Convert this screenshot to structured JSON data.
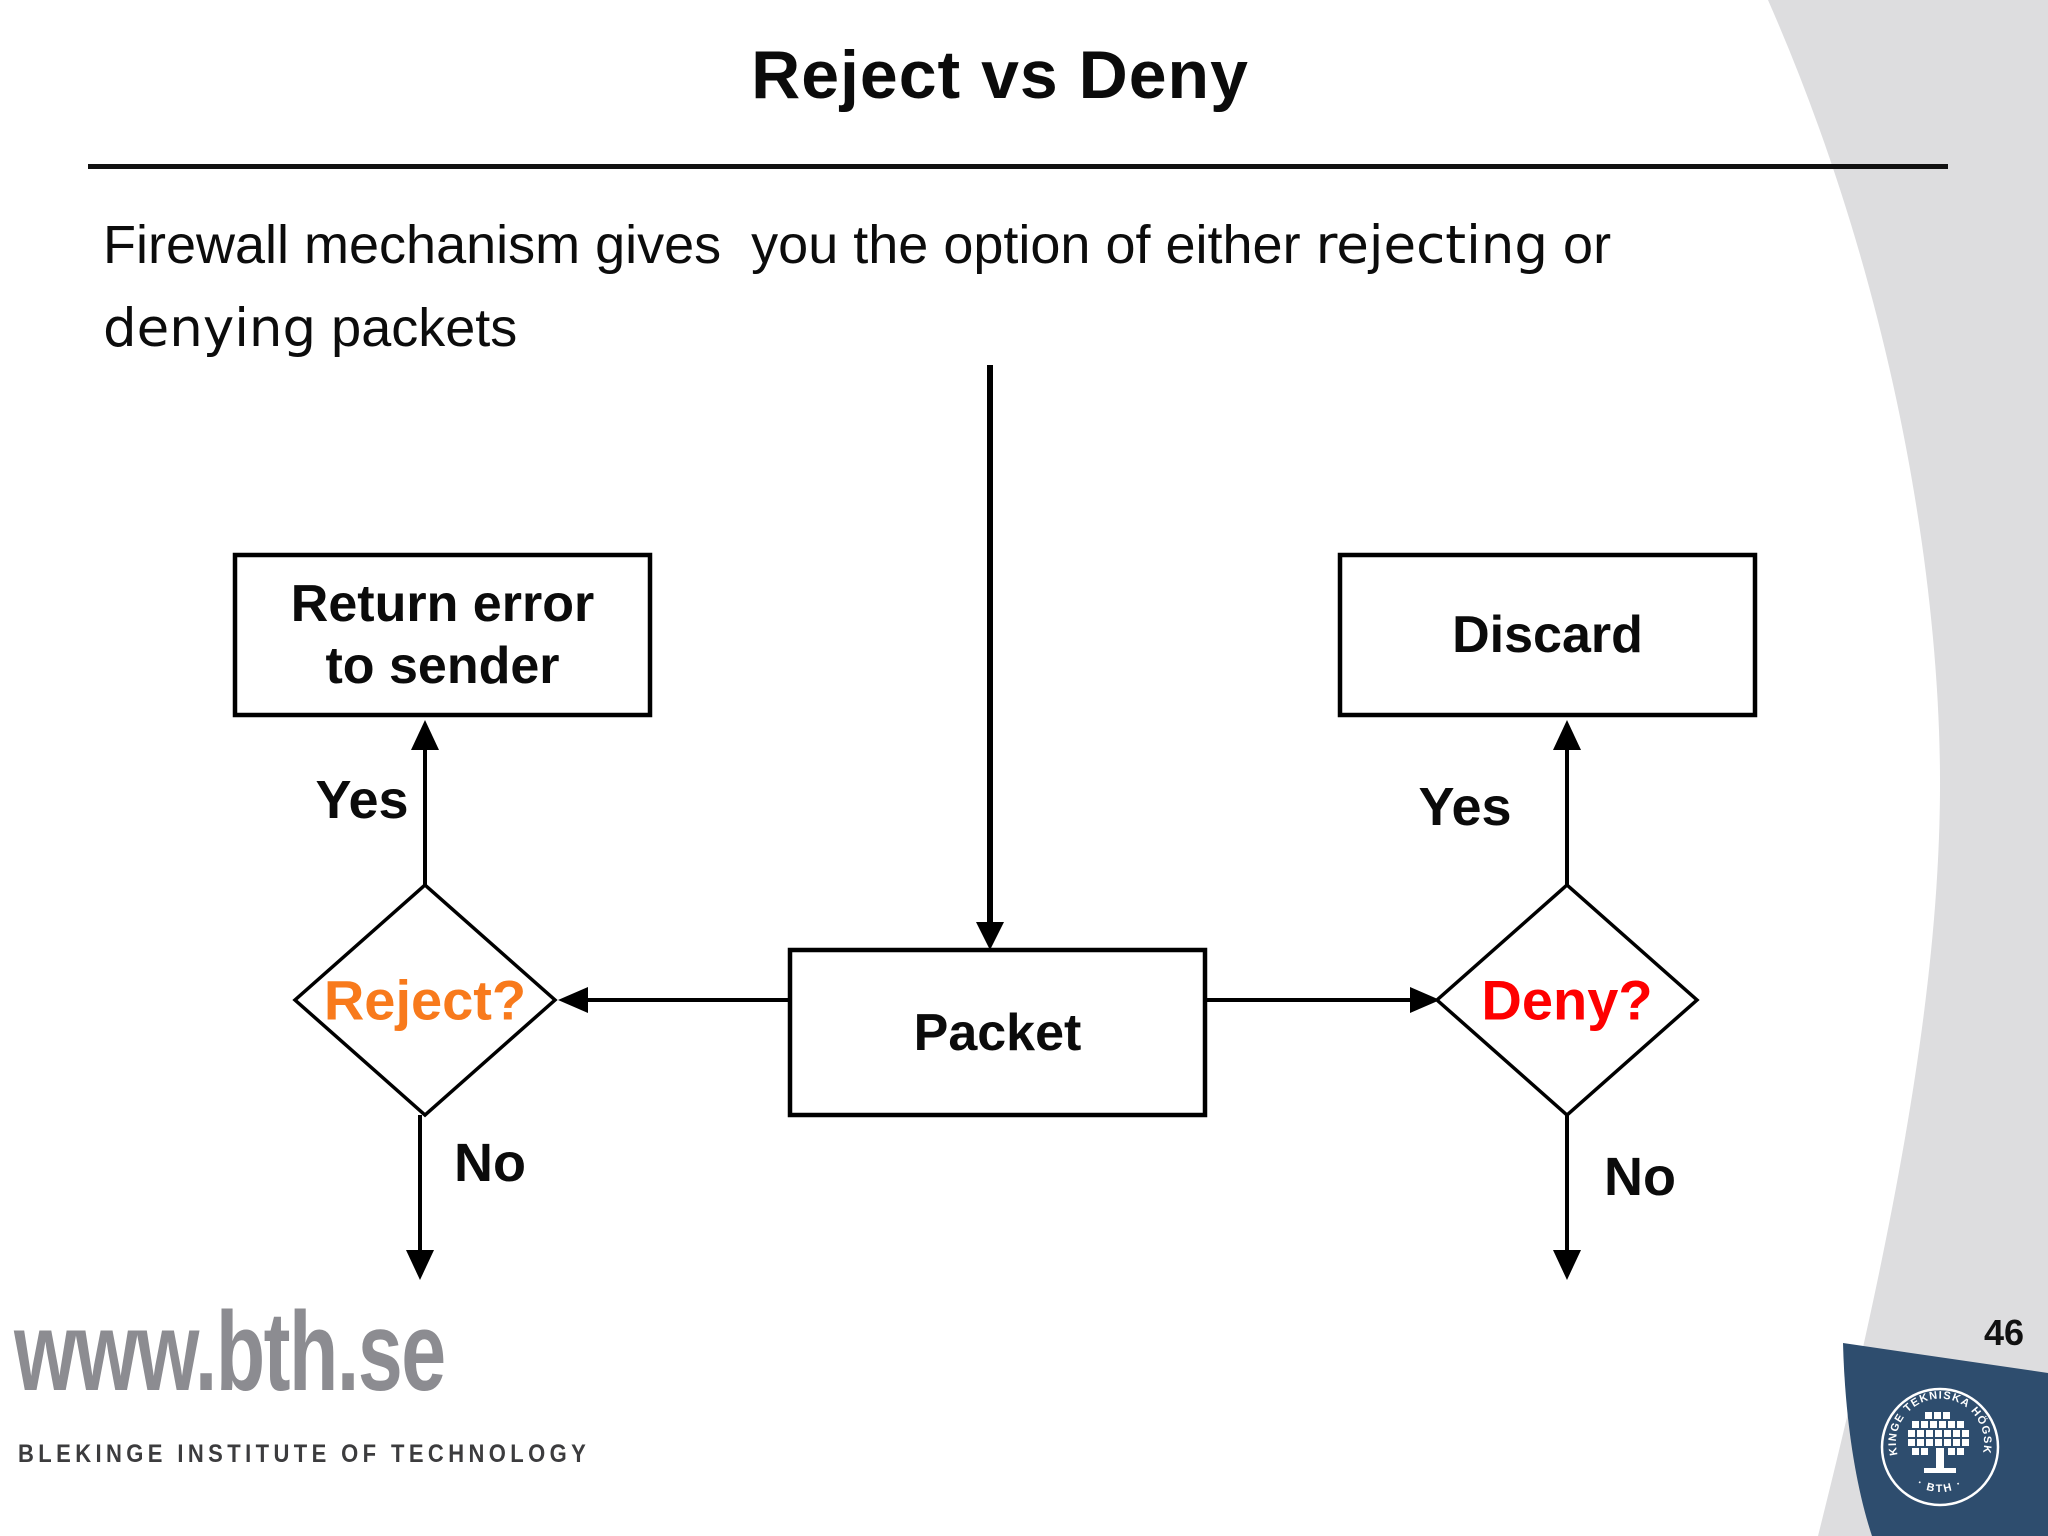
{
  "slide": {
    "title": "Reject vs Deny",
    "page_number": "46"
  },
  "paragraph": {
    "line1_regular": "Firewall mechanism gives  you the option of either ",
    "line1_alt": "rejecting",
    "line1_tail": " or",
    "line2_alt": "denying",
    "line2_regular": " packets"
  },
  "flowchart": {
    "packet_label": "Packet",
    "return_error_line1": "Return error",
    "return_error_line2": "to sender",
    "discard_label": "Discard",
    "reject_label": "Reject?",
    "deny_label": "Deny?",
    "yes_left": "Yes",
    "yes_right": "Yes",
    "no_left": "No",
    "no_right": "No"
  },
  "footer": {
    "url": "www.bth.se",
    "institute": "BLEKINGE INSTITUTE OF TECHNOLOGY"
  },
  "emblem": {
    "ring_text_top": "BLEKINGE TEKNISKA HÖGSKOLA",
    "ring_text_bottom": "· BTH ·"
  },
  "colors": {
    "reject": "#F87A1C",
    "deny": "#FE0000",
    "wedge_blue": "#2E4D6E",
    "panel_gray": "#DDDDDF",
    "logo_gray": "#8C8C91",
    "institute_gray": "#3C3C3E",
    "line_black": "#000000"
  }
}
